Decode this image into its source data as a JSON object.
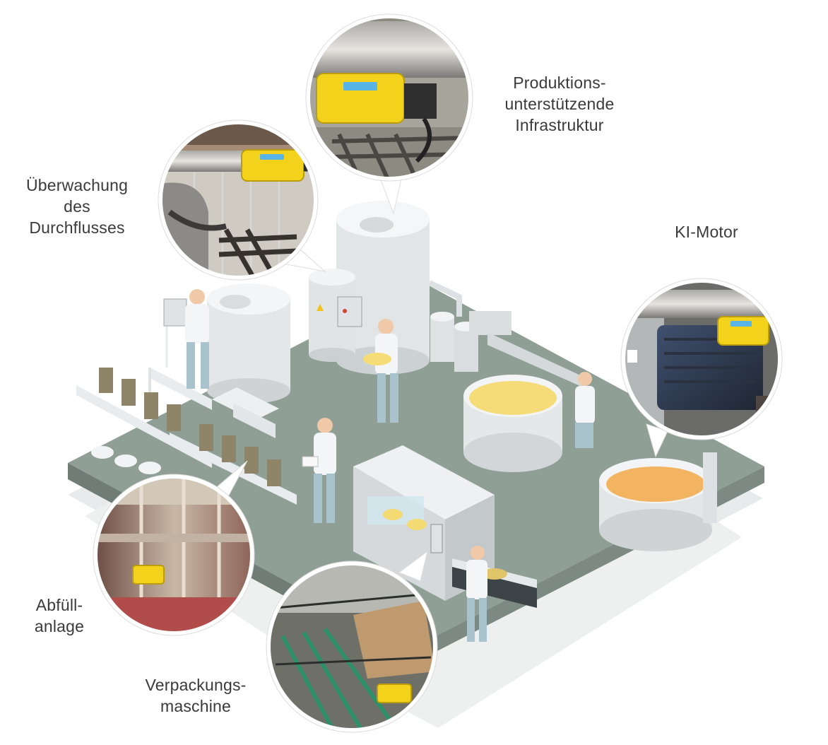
{
  "labels": {
    "flow": [
      "Überwachung",
      "des",
      "Durchflusses"
    ],
    "infra": [
      "Produktions-",
      "unterstützende",
      "Infrastruktur"
    ],
    "motor": [
      "KI-Motor"
    ],
    "filling": [
      "Abfüll-",
      "anlage"
    ],
    "packaging": [
      "Verpackungs-",
      "maschine"
    ]
  },
  "colors": {
    "floor": "#8e9e95",
    "floor_shadow": "#e7eaea",
    "sensor": "#f2d21b",
    "sensor_display": "#58b3e6",
    "cheese": "#f5dc79",
    "cheese_orange": "#f2b25c",
    "machine": "#d9dcdd",
    "worker_clothes": "#e4ecef"
  },
  "callouts": [
    {
      "name": "flow-monitoring-callout",
      "icon": "pipe-sensor-photo"
    },
    {
      "name": "infrastructure-callout",
      "icon": "tank-sensor-photo"
    },
    {
      "name": "ai-motor-callout",
      "icon": "motor-sensor-photo"
    },
    {
      "name": "filling-plant-callout",
      "icon": "filling-sensor-photo"
    },
    {
      "name": "packaging-machine-callout",
      "icon": "packaging-sensor-photo"
    }
  ]
}
